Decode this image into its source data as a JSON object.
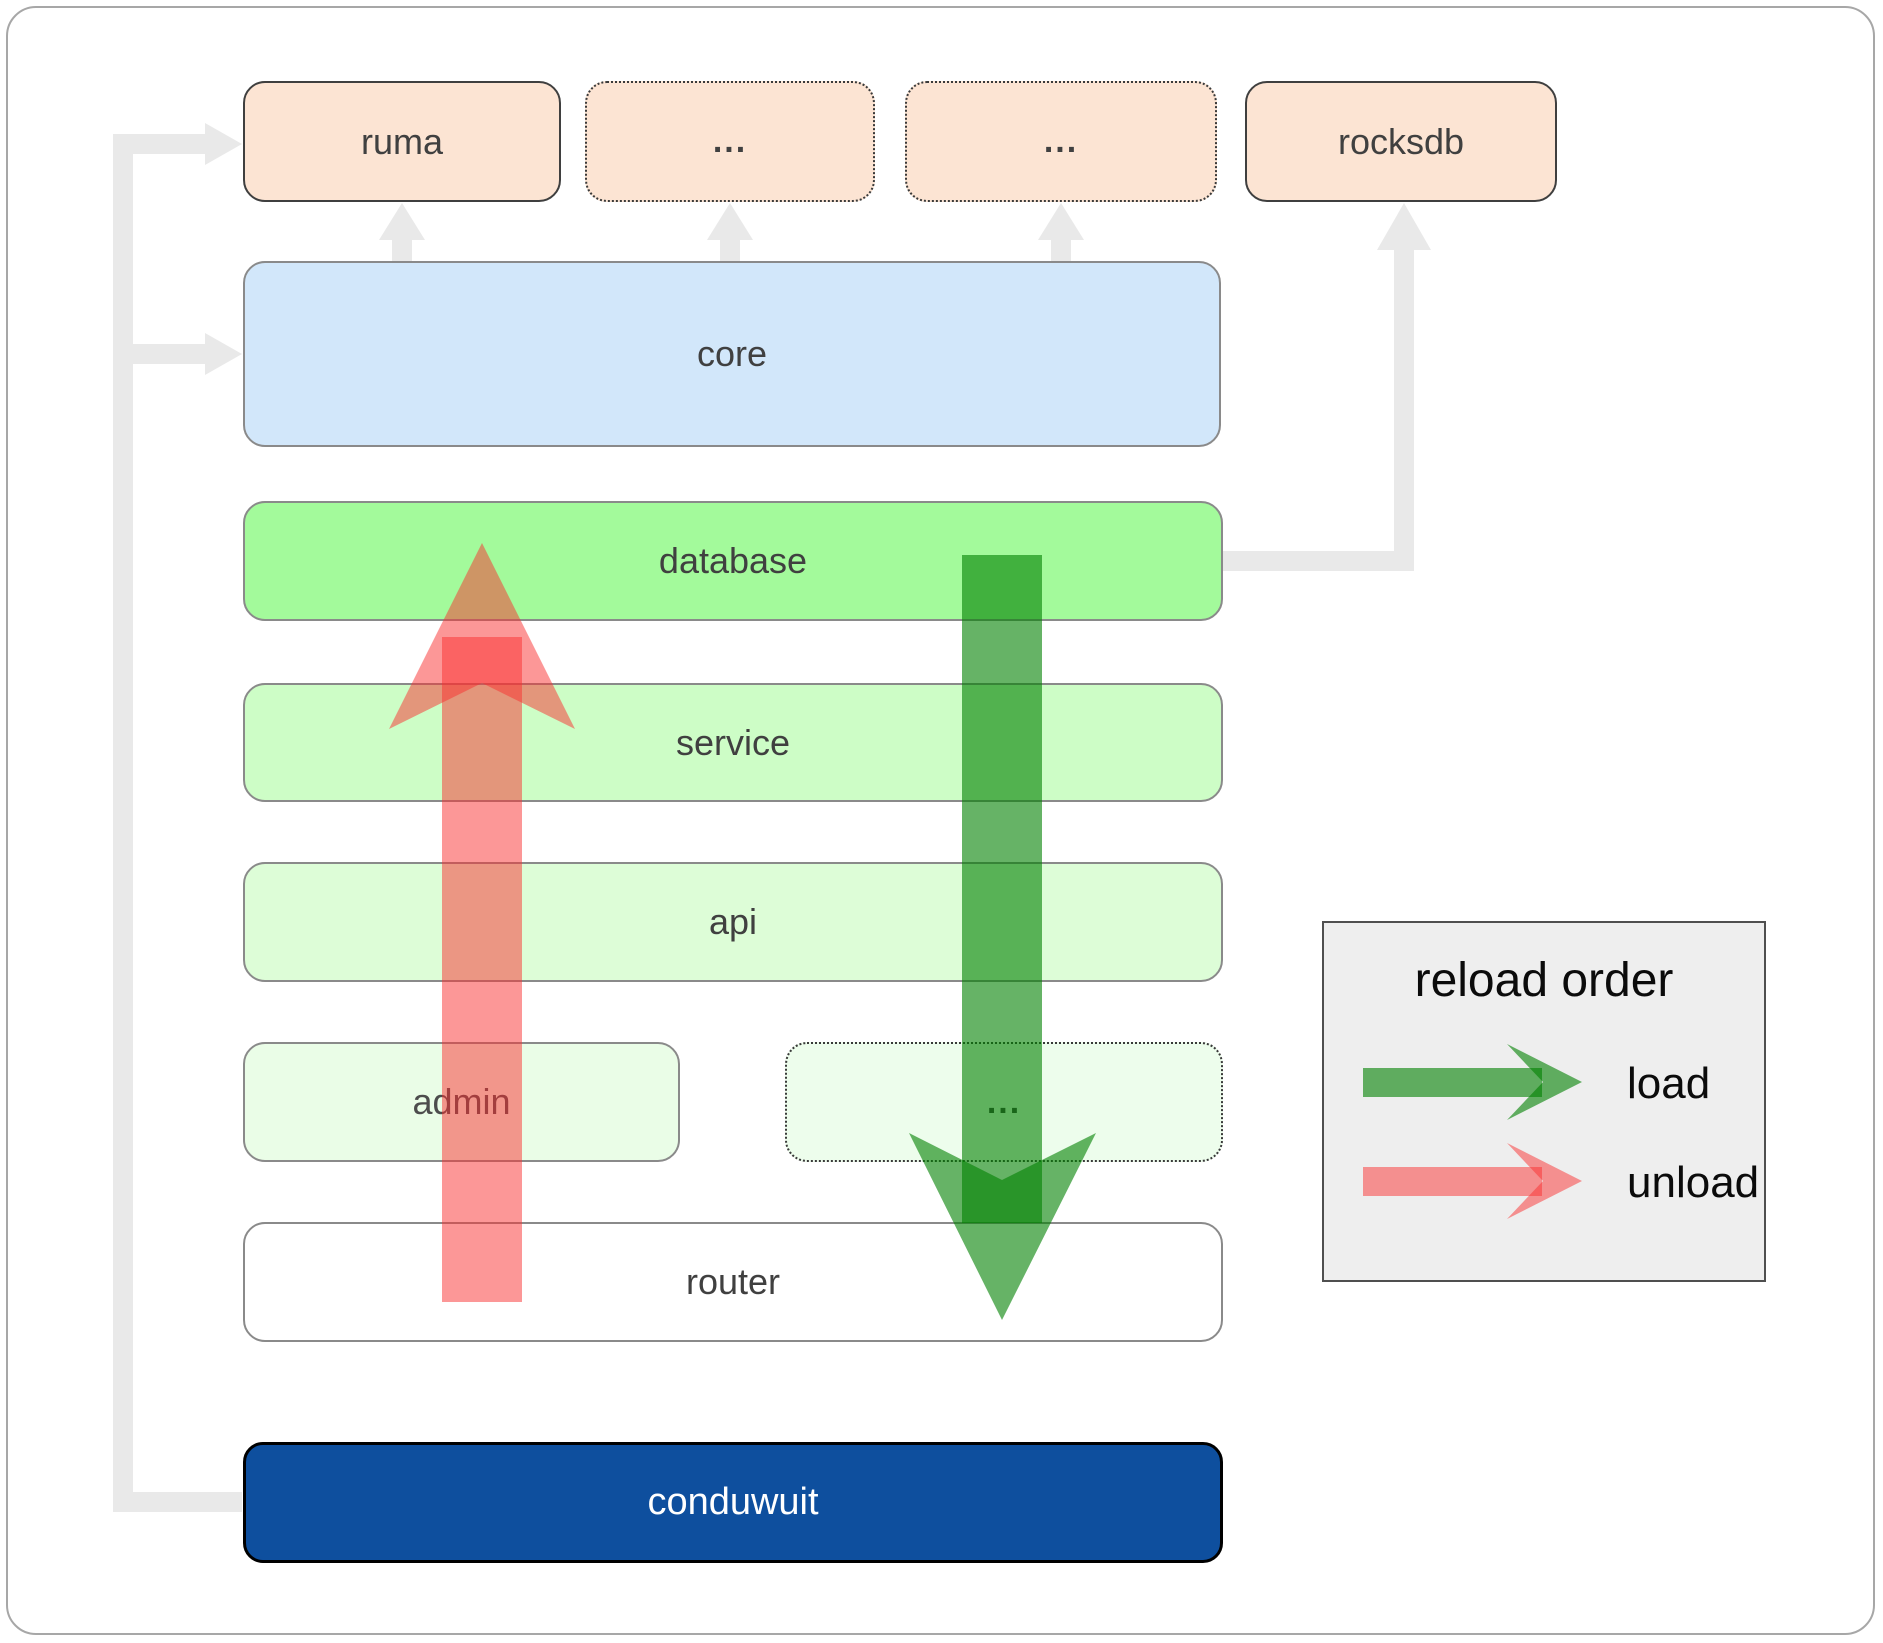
{
  "diagram": {
    "layers": {
      "ruma": {
        "label": "ruma"
      },
      "dots_top_1": {
        "label": "..."
      },
      "dots_top_2": {
        "label": "..."
      },
      "rocksdb": {
        "label": "rocksdb"
      },
      "core": {
        "label": "core"
      },
      "database": {
        "label": "database"
      },
      "service": {
        "label": "service"
      },
      "api": {
        "label": "api"
      },
      "admin": {
        "label": "admin"
      },
      "dots_mid": {
        "label": "..."
      },
      "router": {
        "label": "router"
      },
      "conduwuit": {
        "label": "conduwuit"
      }
    },
    "colors": {
      "crate_fill": "#fce4d3",
      "core_fill": "#d2e7fa",
      "database_fill": "#a3fa9b",
      "service_fill": "#cdfdc6",
      "api_fill": "#ddfdd7",
      "admin_fill": "#eafde7",
      "router_fill": "#ffffff",
      "conduwuit_fill": "#0e4f9e",
      "connector_gray": "#e9e9e9",
      "load_green": "#008000",
      "unload_red": "#f92f2f"
    },
    "legend": {
      "title": "reload order",
      "items": [
        {
          "label": "load",
          "color": "#008000"
        },
        {
          "label": "unload",
          "color": "#f92f2f"
        }
      ]
    }
  }
}
